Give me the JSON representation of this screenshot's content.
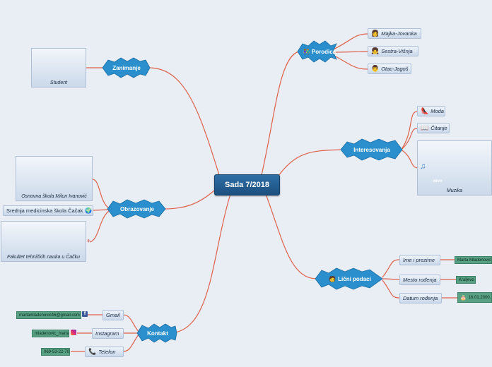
{
  "central": {
    "label": "Sada 7/2018"
  },
  "branches": {
    "porodica": {
      "label": "Porodica",
      "icon": "family-icon",
      "items": [
        {
          "label": "Majka-Jovanka",
          "icon": "woman-icon"
        },
        {
          "label": "Sestra-Višnja",
          "icon": "girl-icon"
        },
        {
          "label": "Otac-Jagoš",
          "icon": "man-icon"
        }
      ]
    },
    "interesovanja": {
      "label": "Interesovanja",
      "items": [
        {
          "label": "Moda",
          "icon": "high-heel-icon"
        },
        {
          "label": "Čitanje",
          "icon": "open-book-icon"
        },
        {
          "label": "Muzika",
          "icon": "music-note-icon",
          "badge": "vevo"
        }
      ]
    },
    "licni": {
      "label": "Lični podaci",
      "icon": "person-icon",
      "items": [
        {
          "label": "Ime i prezime",
          "value": "Marta Mladenović"
        },
        {
          "label": "Mesto rođenja",
          "value": "Kraljevo"
        },
        {
          "label": "Datum rođenja",
          "value": "16.01.2000."
        }
      ]
    },
    "zanimanje": {
      "label": "Zanimanje",
      "items": [
        {
          "label": "Student"
        }
      ]
    },
    "obrazovanje": {
      "label": "Obrazovanje",
      "items": [
        {
          "label": "Osnovna škola Milun Ivanović"
        },
        {
          "label": "Srednja medicinska škola Čačak",
          "icon": "globe-icon"
        },
        {
          "label": "Fakultet tehničkih nauka u Čačku"
        }
      ]
    },
    "kontakt": {
      "label": "Kontakt",
      "items": [
        {
          "label": "Gmail",
          "value": "martamladenovic46@gmail.com",
          "icon": "facebook-icon"
        },
        {
          "label": "Instagram",
          "value": "mladenovic_marta",
          "icon": "instagram-icon"
        },
        {
          "label": "Telefon",
          "value": "069-53-22-70",
          "icon": "phone-icon"
        }
      ]
    }
  },
  "colors": {
    "central": "#1c4f7e",
    "branch_badge": "#2a8fcc",
    "connector": "#e0604a",
    "value_box": "#58a184"
  }
}
